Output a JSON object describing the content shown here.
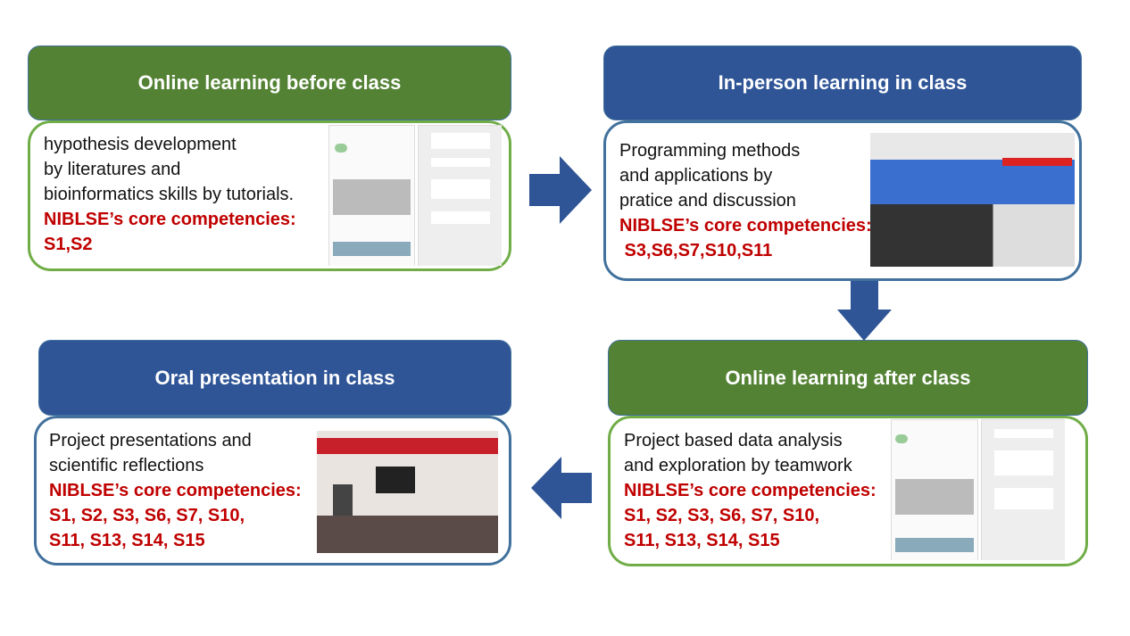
{
  "panels": [
    {
      "title": "Online learning before class",
      "lines": [
        "hypothesis development",
        "by literatures and",
        "bioinformatics skills by tutorials."
      ],
      "competency_label": "NIBLSE’s core competencies:",
      "competencies": [
        "S1,S2"
      ]
    },
    {
      "title": "In-person learning in class",
      "lines": [
        "Programming methods",
        "and applications by",
        "pratice and discussion"
      ],
      "competency_label": "NIBLSE’s core competencies:",
      "competencies": [
        " S3,S6,S7,S10,S11"
      ]
    },
    {
      "title": "Online learning after class",
      "lines": [
        "Project based data analysis",
        "and exploration by teamwork"
      ],
      "competency_label": "NIBLSE’s core competencies:",
      "competencies": [
        "S1, S2, S3, S6, S7, S10,",
        "S11, S13, S14, S15"
      ]
    },
    {
      "title": "Oral presentation in class",
      "lines": [
        "Project presentations and",
        "scientific reflections"
      ],
      "competency_label": "NIBLSE’s core competencies:",
      "competencies": [
        "S1, S2, S3, S6, S7, S10,",
        "S11, S13, S14, S15"
      ]
    }
  ],
  "colors": {
    "green": "#548235",
    "blue": "#2f5597",
    "red": "#c00000"
  }
}
